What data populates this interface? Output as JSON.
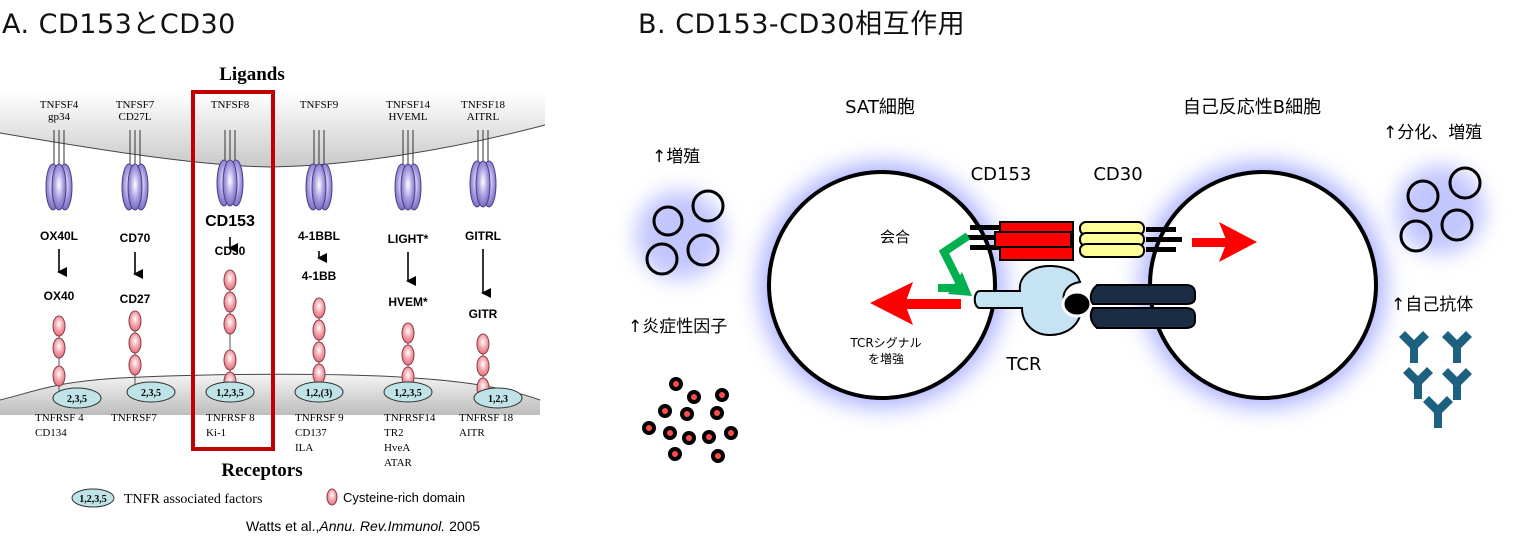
{
  "panel_a": {
    "title": "A.  CD153とCD30",
    "ligands_heading": "Ligands",
    "receptors_heading": "Receptors",
    "columns": [
      {
        "ligand_names": [
          "TNFSF4",
          "gp34"
        ],
        "ligand": "OX40L",
        "receptor": "OX40",
        "crd_count": 3,
        "traf": "2,3,5",
        "receptor_names": [
          "TNFRSF 4",
          "CD134"
        ]
      },
      {
        "ligand_names": [
          "TNFSF7",
          "CD27L"
        ],
        "ligand": "CD70",
        "receptor": "CD27",
        "crd_count": 3,
        "traf": "2,3,5",
        "receptor_names": [
          "TNFRSF7"
        ]
      },
      {
        "ligand_names": [
          "TNFSF8"
        ],
        "ligand": "CD153",
        "receptor": "CD30",
        "crd_count": 5,
        "traf": "1,2,3,5",
        "receptor_names": [
          "TNFRSF 8",
          "Ki-1"
        ],
        "highlighted": true
      },
      {
        "ligand_names": [
          "TNFSF9"
        ],
        "ligand": "4-1BBL",
        "receptor": "4-1BB",
        "crd_count": 4,
        "traf": "1,2,(3)",
        "receptor_names": [
          "TNFRSF 9",
          "CD137",
          "ILA"
        ]
      },
      {
        "ligand_names": [
          "TNFSF14",
          "HVEML"
        ],
        "ligand": "LIGHT*",
        "receptor": "HVEM*",
        "crd_count": 3,
        "traf": "1,2,3,5",
        "receptor_names": [
          "TNFRSF14",
          "TR2",
          "HveA",
          "ATAR"
        ]
      },
      {
        "ligand_names": [
          "TNFSF18",
          "AITRL"
        ],
        "ligand": "GITRL",
        "receptor": "GITR",
        "crd_count": 3,
        "traf": "1,2,3",
        "receptor_names": [
          "TNFRSF 18",
          "AITR"
        ]
      }
    ],
    "legend": {
      "traf_sample": "1,2,3,5",
      "traf_label": "TNFR associated factors",
      "crd_label": "Cysteine-rich domain"
    },
    "citation": {
      "authors": "Watts et al.,",
      "journal": "Annu. Rev.Immunol.",
      "year": " 2005"
    },
    "colors": {
      "highlight_box": "#c00000",
      "ligand_purple": "#8a7fc8",
      "crd_pink": "#f29aa3",
      "traf_teal": "#bfe3e6"
    }
  },
  "panel_b": {
    "title": "B.  CD153-CD30相互作用",
    "sat_cell_label": "SAT細胞",
    "b_cell_label": "自己反応性B細胞",
    "cd153_label": "CD153",
    "cd30_label": "CD30",
    "tcr_label": "TCR",
    "association_label": "会合",
    "tcr_signal_label": [
      "TCRシグナル",
      "を増強"
    ],
    "left_effects": {
      "proliferation": "↑増殖",
      "inflammatory": "↑炎症性因子"
    },
    "right_effects": {
      "differentiation": "↑分化、増殖",
      "autoantibody": "↑自己抗体"
    },
    "colors": {
      "cd153_red": "#ff0000",
      "cd30_yellow": "#ffff99",
      "tcr_lightblue": "#c5e3f3",
      "mhc_navy": "#1a2d44",
      "arrow_green": "#00b050",
      "arrow_red": "#ff0000",
      "antibody_blue": "#1d6080",
      "glow": "#9aa0ff"
    }
  }
}
